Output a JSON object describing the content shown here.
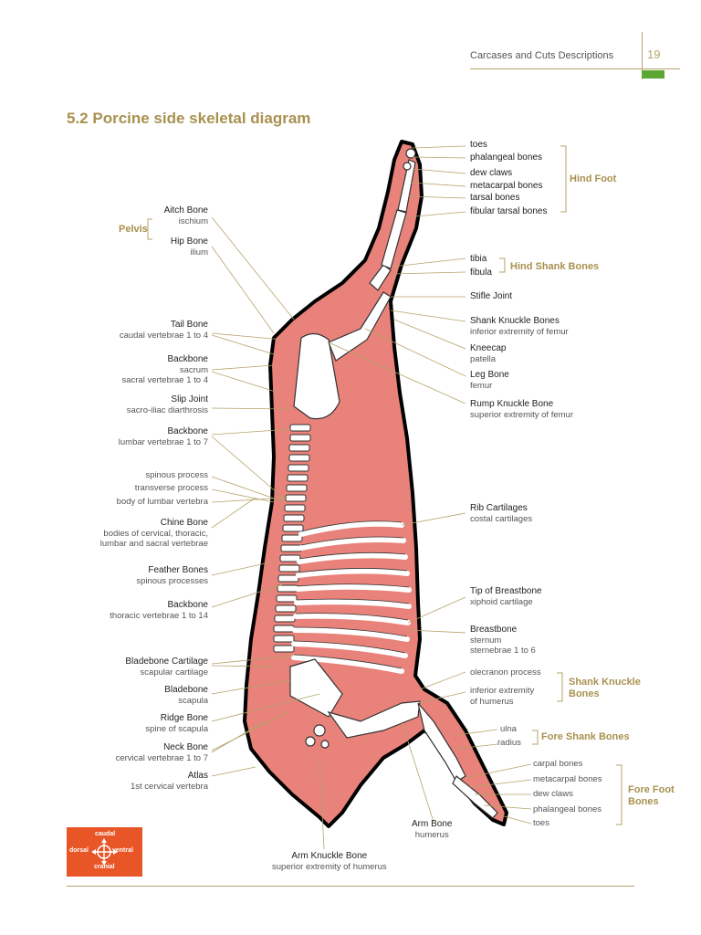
{
  "header": {
    "section": "Carcases and Cuts Descriptions",
    "page": "19"
  },
  "title": "5.2 Porcine side skeletal diagram",
  "groups": {
    "hind_foot": "Hind Foot",
    "hind_shank": "Hind Shank Bones",
    "pelvis": "Pelvis",
    "shank_knuckle_1": "Shank Knuckle",
    "shank_knuckle_2": "Bones",
    "fore_shank": "Fore Shank Bones",
    "fore_foot_1": "Fore Foot",
    "fore_foot_2": "Bones"
  },
  "right": {
    "toes": "toes",
    "phalangeal": "phalangeal bones",
    "dew": "dew claws",
    "metacarpal": "metacarpal bones",
    "tarsal": "tarsal bones",
    "fibular": "fibular tarsal bones",
    "tibia": "tibia",
    "fibula": "fibula",
    "stifle": "Stifle Joint",
    "shank_knuckle": "Shank Knuckle Bones",
    "shank_knuckle_sub": "inferior extremity of femur",
    "kneecap": "Kneecap",
    "kneecap_sub": "patella",
    "leg": "Leg Bone",
    "leg_sub": "femur",
    "rump": "Rump Knuckle Bone",
    "rump_sub": "superior extremity of femur",
    "rib": "Rib Cartilages",
    "rib_sub": "costal cartilages",
    "tip": "Tip of Breastbone",
    "tip_sub": "xiphoid cartilage",
    "breast": "Breastbone",
    "breast_sub1": "sternum",
    "breast_sub2": "sternebrae 1 to 6",
    "olecranon": "olecranon process",
    "inf_ext": "inferior extremity",
    "inf_ext2": "of humerus",
    "ulna": "ulna",
    "radius": "radius",
    "carpal": "carpal bones",
    "f_metacarpal": "metacarpal bones",
    "f_dew": "dew claws",
    "f_phalangeal": "phalangeal bones",
    "f_toes": "toes"
  },
  "left": {
    "aitch": "Aitch Bone",
    "aitch_sub": "ischium",
    "hip": "Hip Bone",
    "hip_sub": "ilium",
    "tail": "Tail Bone",
    "tail_sub": "caudal vertebrae 1 to 4",
    "backbone1": "Backbone",
    "backbone1_sub1": "sacrum",
    "backbone1_sub2": "sacral vertebrae 1 to 4",
    "slip": "Slip Joint",
    "slip_sub": "sacro-iliac diarthrosis",
    "backbone2": "Backbone",
    "backbone2_sub": "lumbar vertebrae 1 to 7",
    "spinous": "spinous process",
    "transverse": "transverse process",
    "body_lumbar": "body of lumbar vertebra",
    "chine": "Chine Bone",
    "chine_sub1": "bodies of cervical, thoracic,",
    "chine_sub2": "lumbar and sacral vertebrae",
    "feather": "Feather Bones",
    "feather_sub": "spinous processes",
    "backbone3": "Backbone",
    "backbone3_sub": "thoracic vertebrae 1 to 14",
    "bladecart": "Bladebone Cartilage",
    "bladecart_sub": "scapular cartilage",
    "blade": "Bladebone",
    "blade_sub": "scapula",
    "ridge": "Ridge Bone",
    "ridge_sub": "spine of scapula",
    "neck": "Neck Bone",
    "neck_sub": "cervical vertebrae 1 to 7",
    "atlas": "Atlas",
    "atlas_sub": "1st cervical vertebra"
  },
  "bottom": {
    "arm": "Arm Bone",
    "arm_sub": "humerus",
    "armknuckle": "Arm Knuckle Bone",
    "armknuckle_sub": "superior extremity of humerus"
  },
  "compass": {
    "caudal": "caudal",
    "dorsal": "dorsal",
    "ventral": "ventral",
    "cranial": "cranial"
  },
  "colors": {
    "accent": "#a8914f",
    "carcass": "#e8827a",
    "compass": "#e85527",
    "green": "#5aa832"
  }
}
